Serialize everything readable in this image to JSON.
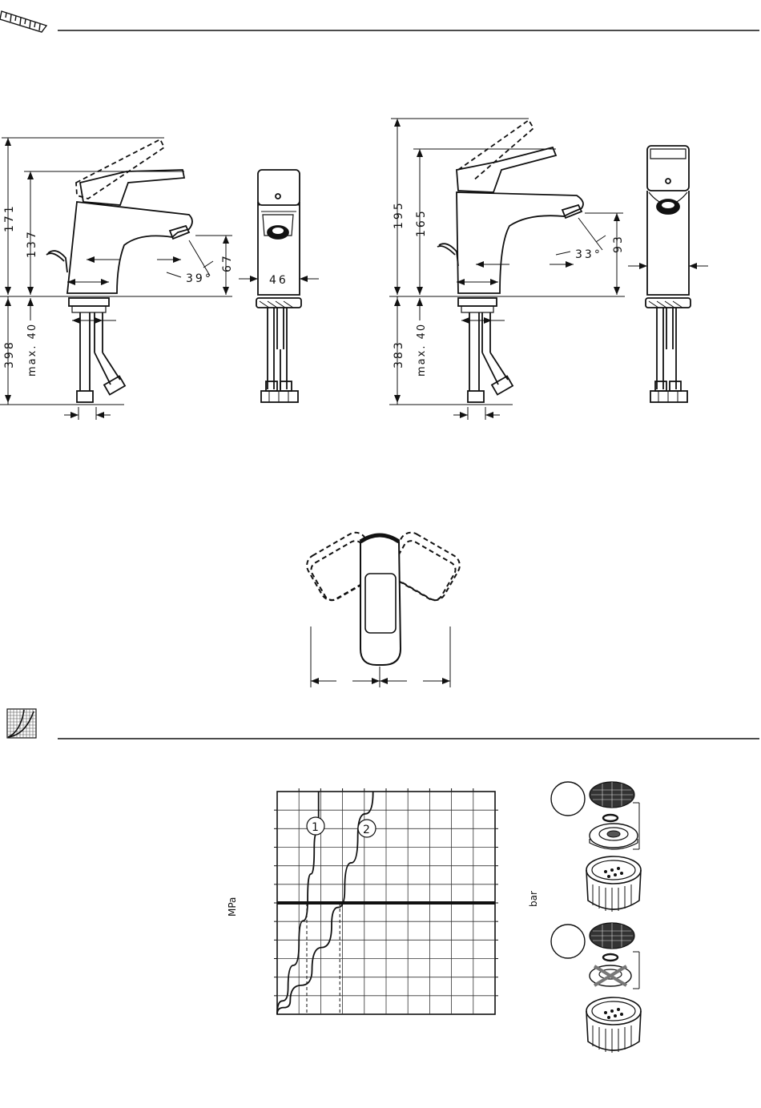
{
  "colors": {
    "ink": "#111111",
    "paper": "#ffffff",
    "grid": "#333333"
  },
  "icons": {
    "dimensions_section": "ruler-icon",
    "flow_section": "flow-curve-icon"
  },
  "left_view": {
    "height_total": "171",
    "height_lever": "137",
    "below_deck": "398",
    "max_label": "max. 40",
    "spout_height": "67",
    "angle": "39°",
    "width": "46"
  },
  "right_view": {
    "height_total": "195",
    "height_lever": "165",
    "below_deck": "383",
    "max_label": "max. 40",
    "spout_height": "93",
    "angle": "33°"
  },
  "flow_chart": {
    "y_left_unit": "MPa",
    "y_right_unit": "bar",
    "curve_labels": [
      "1",
      "2"
    ]
  },
  "chart_data": {
    "type": "line",
    "title": "",
    "xlabel": "",
    "ylabel": "MPa",
    "y2label": "bar",
    "grid": true,
    "series": [
      {
        "name": "1",
        "points": [
          [
            0,
            0
          ],
          [
            0.05,
            0.12
          ],
          [
            0.1,
            0.32
          ],
          [
            0.14,
            0.52
          ],
          [
            0.17,
            0.74
          ],
          [
            0.19,
            0.88
          ],
          [
            0.19,
            1.0
          ]
        ]
      },
      {
        "name": "2",
        "points": [
          [
            0,
            0
          ],
          [
            0.06,
            0.06
          ],
          [
            0.16,
            0.2
          ],
          [
            0.25,
            0.4
          ],
          [
            0.31,
            0.56
          ],
          [
            0.37,
            0.8
          ],
          [
            0.44,
            1.0
          ]
        ]
      }
    ],
    "reference_line": 0.5
  }
}
